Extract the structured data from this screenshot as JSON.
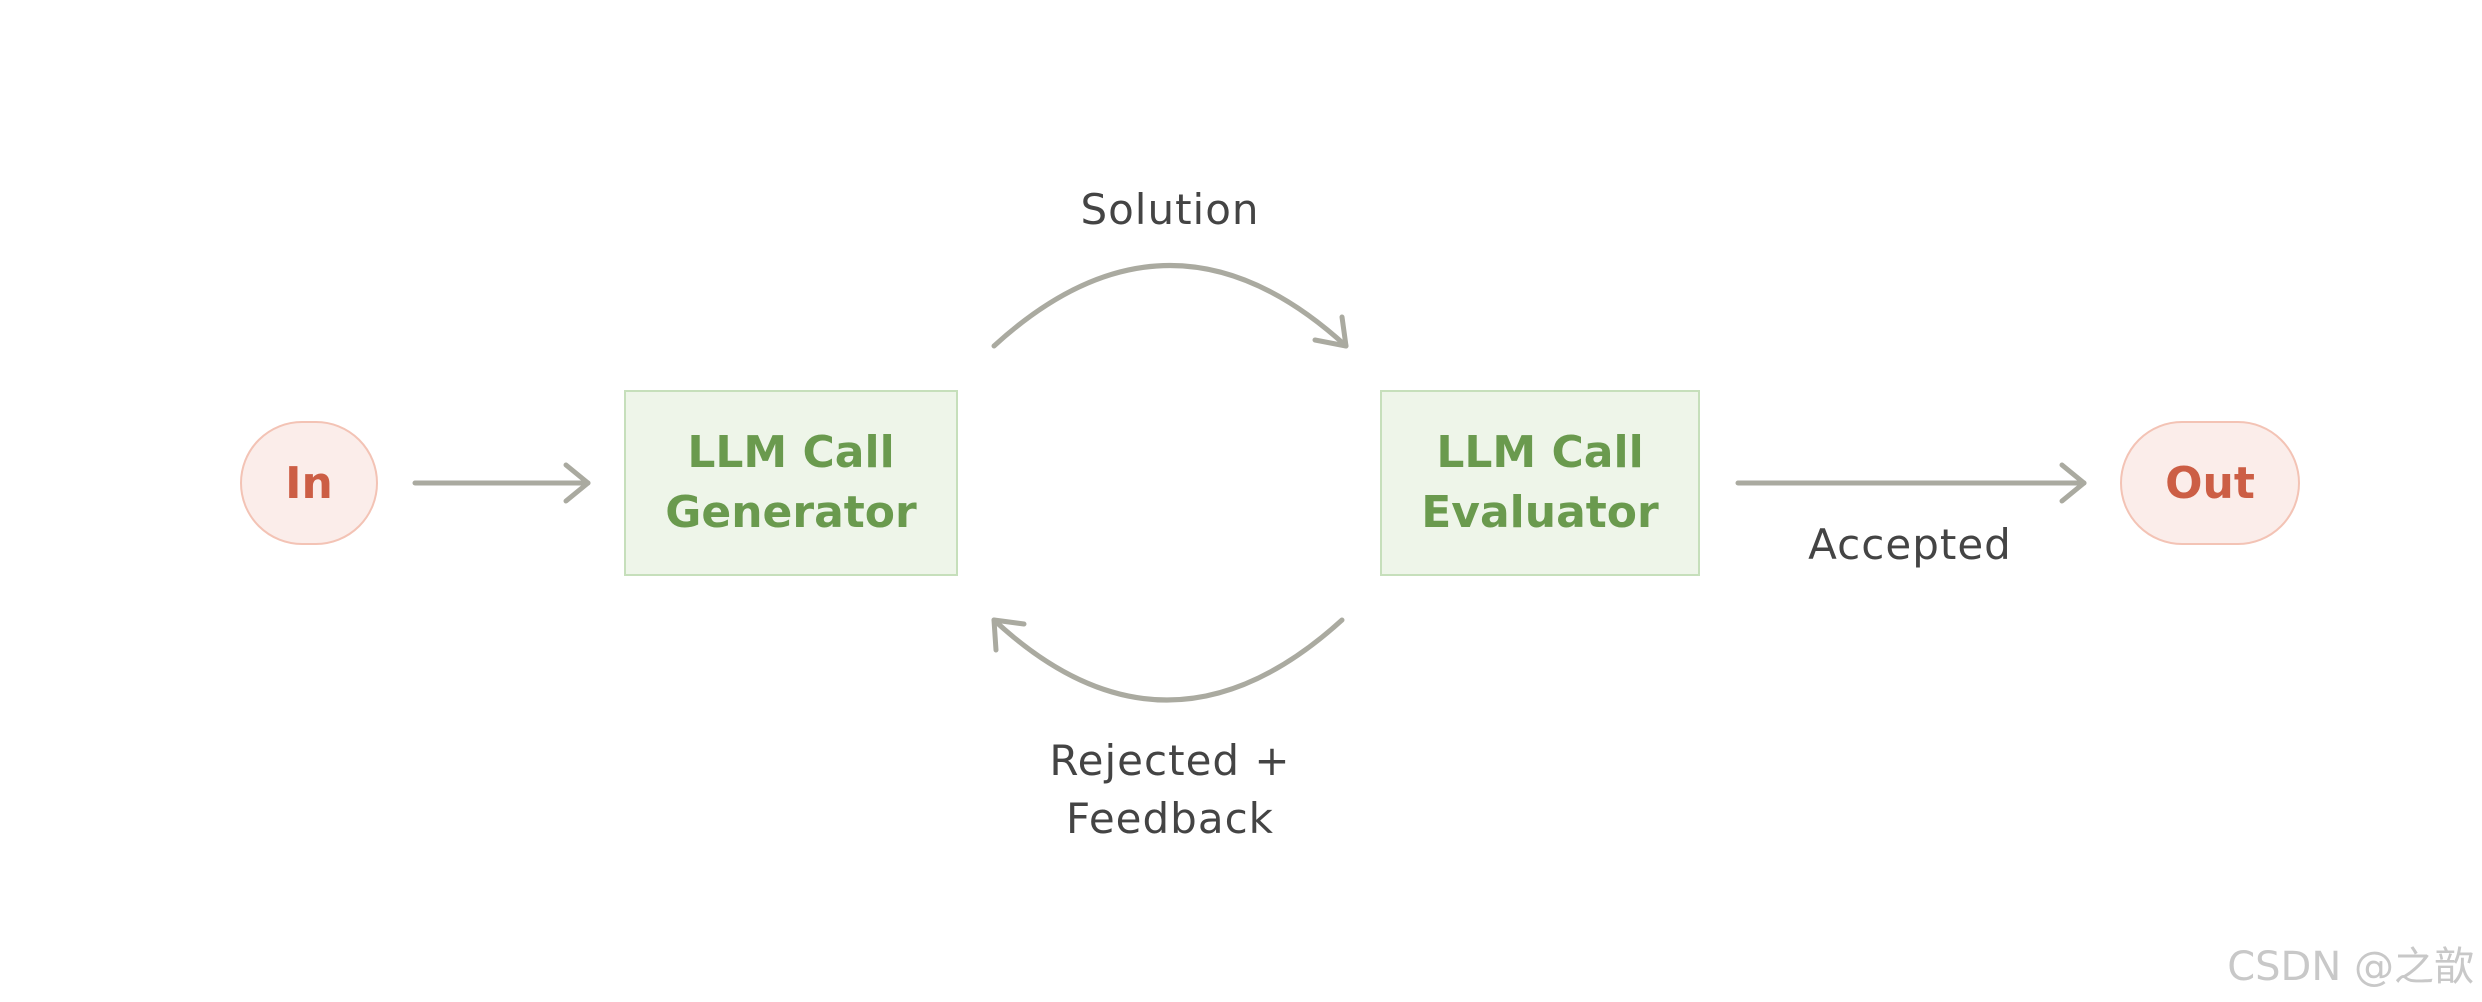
{
  "nodes": {
    "in": "In",
    "out": "Out",
    "generator": [
      "LLM Call",
      "Generator"
    ],
    "evaluator": [
      "LLM Call",
      "Evaluator"
    ]
  },
  "edges": {
    "solution": "Solution",
    "accepted": "Accepted",
    "rejected": [
      "Rejected +",
      "Feedback"
    ]
  },
  "watermark": "CSDN @之歆",
  "colors": {
    "terminal_fill": "#fbedea",
    "terminal_text": "#cc5e45",
    "llm_fill": "#eef5e9",
    "llm_text": "#6a9a4e",
    "arrow": "#aaaaa0"
  }
}
